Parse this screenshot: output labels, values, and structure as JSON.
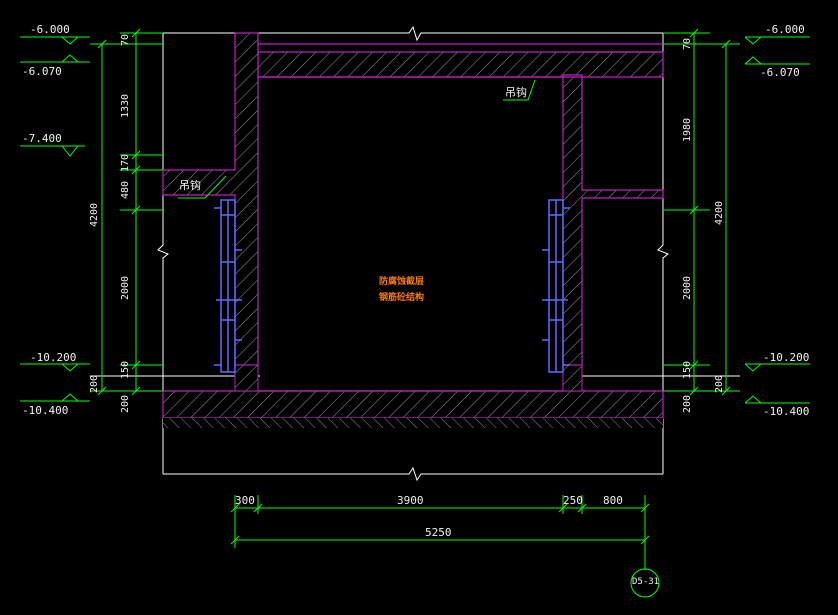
{
  "colors": {
    "background": "#000000",
    "outline": "#ffffff",
    "wall_edge": "#c020c0",
    "dimension": "#00ff00",
    "ladder": "#5a6cff",
    "note": "#ff7a00"
  },
  "elevations": {
    "left": [
      "-6.000",
      "-6.070",
      "-7.400",
      "-10.200",
      "-10.400"
    ],
    "right": [
      "-6.000",
      "-6.070",
      "-10.200",
      "-10.400"
    ]
  },
  "left_dims": {
    "total": "4200",
    "segments": [
      "70",
      "1330",
      "170",
      "480",
      "2000",
      "150",
      "200"
    ],
    "bottom": "200"
  },
  "right_dims": {
    "total": "4200",
    "segments": [
      "70",
      "1980",
      "2000",
      "150",
      "200"
    ],
    "bottom": "200"
  },
  "bottom_dims": {
    "segments": [
      "300",
      "3900",
      "250",
      "800"
    ],
    "total": "5250"
  },
  "labels": {
    "hook_left": "吊钩",
    "hook_right": "吊钩",
    "note_line1": "防腐蚀截层",
    "note_line2": "钢筋砼结构"
  },
  "axis_tag": "D5-31"
}
